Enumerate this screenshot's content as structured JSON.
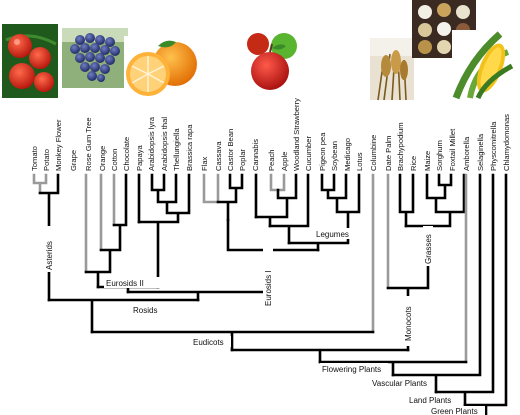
{
  "taxa": [
    "Tomato",
    "Potato",
    "Monkey Flower",
    "Grape",
    "Rose Gum Tree",
    "Orange",
    "Cotton",
    "Chocolate",
    "Papaya",
    "Arabidopsis lyra",
    "Arabidopsis thal",
    "Thellungiella",
    "Brassica rapa",
    "Flax",
    "Cassava",
    "Castor Bean",
    "Poplar",
    "Cannabis",
    "Peach",
    "Apple",
    "Woodland Strawberry",
    "Cucumber",
    "Pigeon pea",
    "Soybean",
    "Medicago",
    "Lotus",
    "Columbine",
    "Date Palm",
    "Brachypodium",
    "Rice",
    "Maize",
    "Sorghum",
    "Foxtail Millet",
    "Amborella",
    "Selaginella",
    "Physcomitrella",
    "Chlamydomonas"
  ],
  "clades": {
    "asterids": "Asterids",
    "rosids": "Rosids",
    "eurosids_ii": "Eurosids II",
    "eurosids_i": "Eurosids I",
    "legumes": "Legumes",
    "monocots": "Monocots",
    "grasses": "Grasses",
    "eudicots": "Eudicots",
    "flowering_plants": "Flowering Plants",
    "vascular_plants": "Vascular Plants",
    "land_plants": "Land Plants",
    "green_plants": "Green Plants"
  },
  "photos": [
    "tomato",
    "grapes",
    "orange",
    "apple",
    "rice",
    "grains",
    "maize"
  ],
  "colors": {
    "line": "#000000",
    "gray_line": "#9a9a9a"
  }
}
